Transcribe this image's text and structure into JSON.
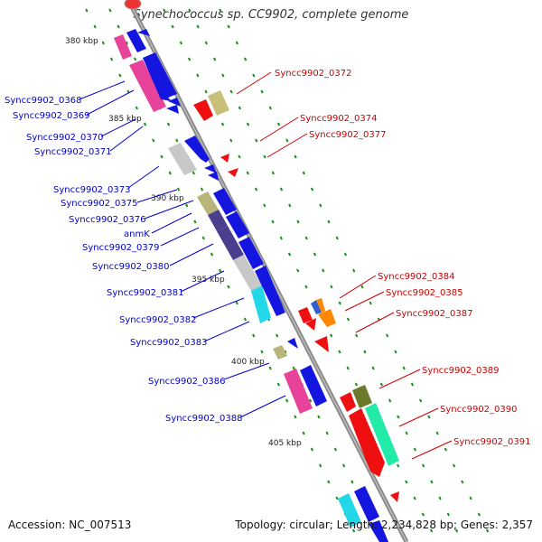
{
  "title": "Synechococcus sp. CC9902, complete genome",
  "footer": {
    "accession": "Accession: NC_007513",
    "topology": "Topology: circular; Length: 2,234,828 bp; Genes: 2,357"
  },
  "colors": {
    "forward_label": "#0000cc",
    "reverse_label": "#cc0000",
    "backbone": "#888888",
    "tick": "#228B22"
  },
  "scale_labels": [
    "380 kbp",
    "385 kbp",
    "390 kbp",
    "395 kbp",
    "400 kbp",
    "405 kbp"
  ],
  "forward_genes": [
    "Syncc9902_0368",
    "Syncc9902_0369",
    "Syncc9902_0370",
    "Syncc9902_0371",
    "Syncc9902_0373",
    "Syncc9902_0375",
    "Syncc9902_0376",
    "anmK",
    "Syncc9902_0379",
    "Syncc9902_0380",
    "Syncc9902_0381",
    "Syncc9902_0382",
    "Syncc9902_0383",
    "Syncc9902_0386",
    "Syncc9902_0388"
  ],
  "reverse_genes": [
    "Syncc9902_0372",
    "Syncc9902_0374",
    "Syncc9902_0377",
    "Syncc9902_0384",
    "Syncc9902_0385",
    "Syncc9902_0387",
    "Syncc9902_0389",
    "Syncc9902_0390",
    "Syncc9902_0391"
  ]
}
